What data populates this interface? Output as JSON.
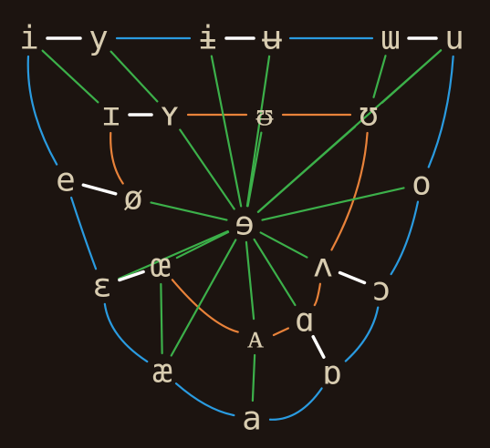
{
  "diagram": {
    "type": "vowel-relations-graph",
    "colors": {
      "background": "#1c1410",
      "symbol": "#d8ccb0",
      "blue": "#2a9be0",
      "green": "#3cb04a",
      "orange": "#e8823a",
      "white": "#ffffff"
    },
    "nodes": [
      {
        "id": "i",
        "symbol": "i"
      },
      {
        "id": "y",
        "symbol": "y"
      },
      {
        "id": "i_bar",
        "symbol": "ɨ"
      },
      {
        "id": "u_bar",
        "symbol": "ʉ"
      },
      {
        "id": "m_turned",
        "symbol": "ɯ"
      },
      {
        "id": "u",
        "symbol": "u"
      },
      {
        "id": "I",
        "symbol": "ɪ"
      },
      {
        "id": "Y",
        "symbol": "ʏ"
      },
      {
        "id": "U_bar",
        "symbol": "ᵿ"
      },
      {
        "id": "U",
        "symbol": "ʊ"
      },
      {
        "id": "e",
        "symbol": "e"
      },
      {
        "id": "o_slash",
        "symbol": "ø"
      },
      {
        "id": "schwa",
        "symbol": "ɘ"
      },
      {
        "id": "o",
        "symbol": "o"
      },
      {
        "id": "epsilon",
        "symbol": "ɛ"
      },
      {
        "id": "oe",
        "symbol": "œ"
      },
      {
        "id": "wedge",
        "symbol": "ʌ"
      },
      {
        "id": "open_o",
        "symbol": "ɔ"
      },
      {
        "id": "A",
        "symbol": "ᴀ"
      },
      {
        "id": "alpha",
        "symbol": "ɑ"
      },
      {
        "id": "ae",
        "symbol": "æ"
      },
      {
        "id": "turned_alpha",
        "symbol": "ɒ"
      },
      {
        "id": "a",
        "symbol": "a"
      }
    ],
    "edges": {
      "white": [
        [
          "i",
          "y"
        ],
        [
          "i_bar",
          "u_bar"
        ],
        [
          "m_turned",
          "u"
        ],
        [
          "I",
          "Y"
        ],
        [
          "e",
          "o_slash"
        ],
        [
          "epsilon",
          "oe"
        ],
        [
          "wedge",
          "open_o"
        ],
        [
          "alpha",
          "turned_alpha"
        ]
      ],
      "blue": [
        [
          "y",
          "i_bar"
        ],
        [
          "u_bar",
          "m_turned"
        ],
        [
          "i",
          "e"
        ],
        [
          "e",
          "epsilon"
        ],
        [
          "epsilon",
          "ae"
        ],
        [
          "ae",
          "a"
        ],
        [
          "u",
          "o"
        ],
        [
          "o",
          "open_o"
        ],
        [
          "open_o",
          "turned_alpha"
        ],
        [
          "turned_alpha",
          "a"
        ]
      ],
      "orange": [
        [
          "Y",
          "U_bar"
        ],
        [
          "U_bar",
          "U"
        ],
        [
          "I",
          "o_slash"
        ],
        [
          "oe",
          "A"
        ],
        [
          "A",
          "alpha"
        ],
        [
          "U",
          "wedge"
        ],
        [
          "wedge",
          "alpha"
        ]
      ],
      "green": [
        [
          "i",
          "I"
        ],
        [
          "y",
          "Y"
        ],
        [
          "i_bar",
          "schwa"
        ],
        [
          "u_bar",
          "schwa"
        ],
        [
          "m_turned",
          "U"
        ],
        [
          "u",
          "U"
        ],
        [
          "Y",
          "schwa"
        ],
        [
          "U_bar",
          "schwa"
        ],
        [
          "U",
          "schwa"
        ],
        [
          "u",
          "schwa"
        ],
        [
          "o_slash",
          "schwa"
        ],
        [
          "o",
          "schwa"
        ],
        [
          "oe",
          "schwa"
        ],
        [
          "wedge",
          "schwa"
        ],
        [
          "epsilon",
          "schwa"
        ],
        [
          "A",
          "schwa"
        ],
        [
          "alpha",
          "schwa"
        ],
        [
          "ae",
          "schwa"
        ],
        [
          "oe",
          "ae"
        ],
        [
          "A",
          "a"
        ],
        [
          "alpha",
          "turned_alpha"
        ]
      ]
    }
  }
}
